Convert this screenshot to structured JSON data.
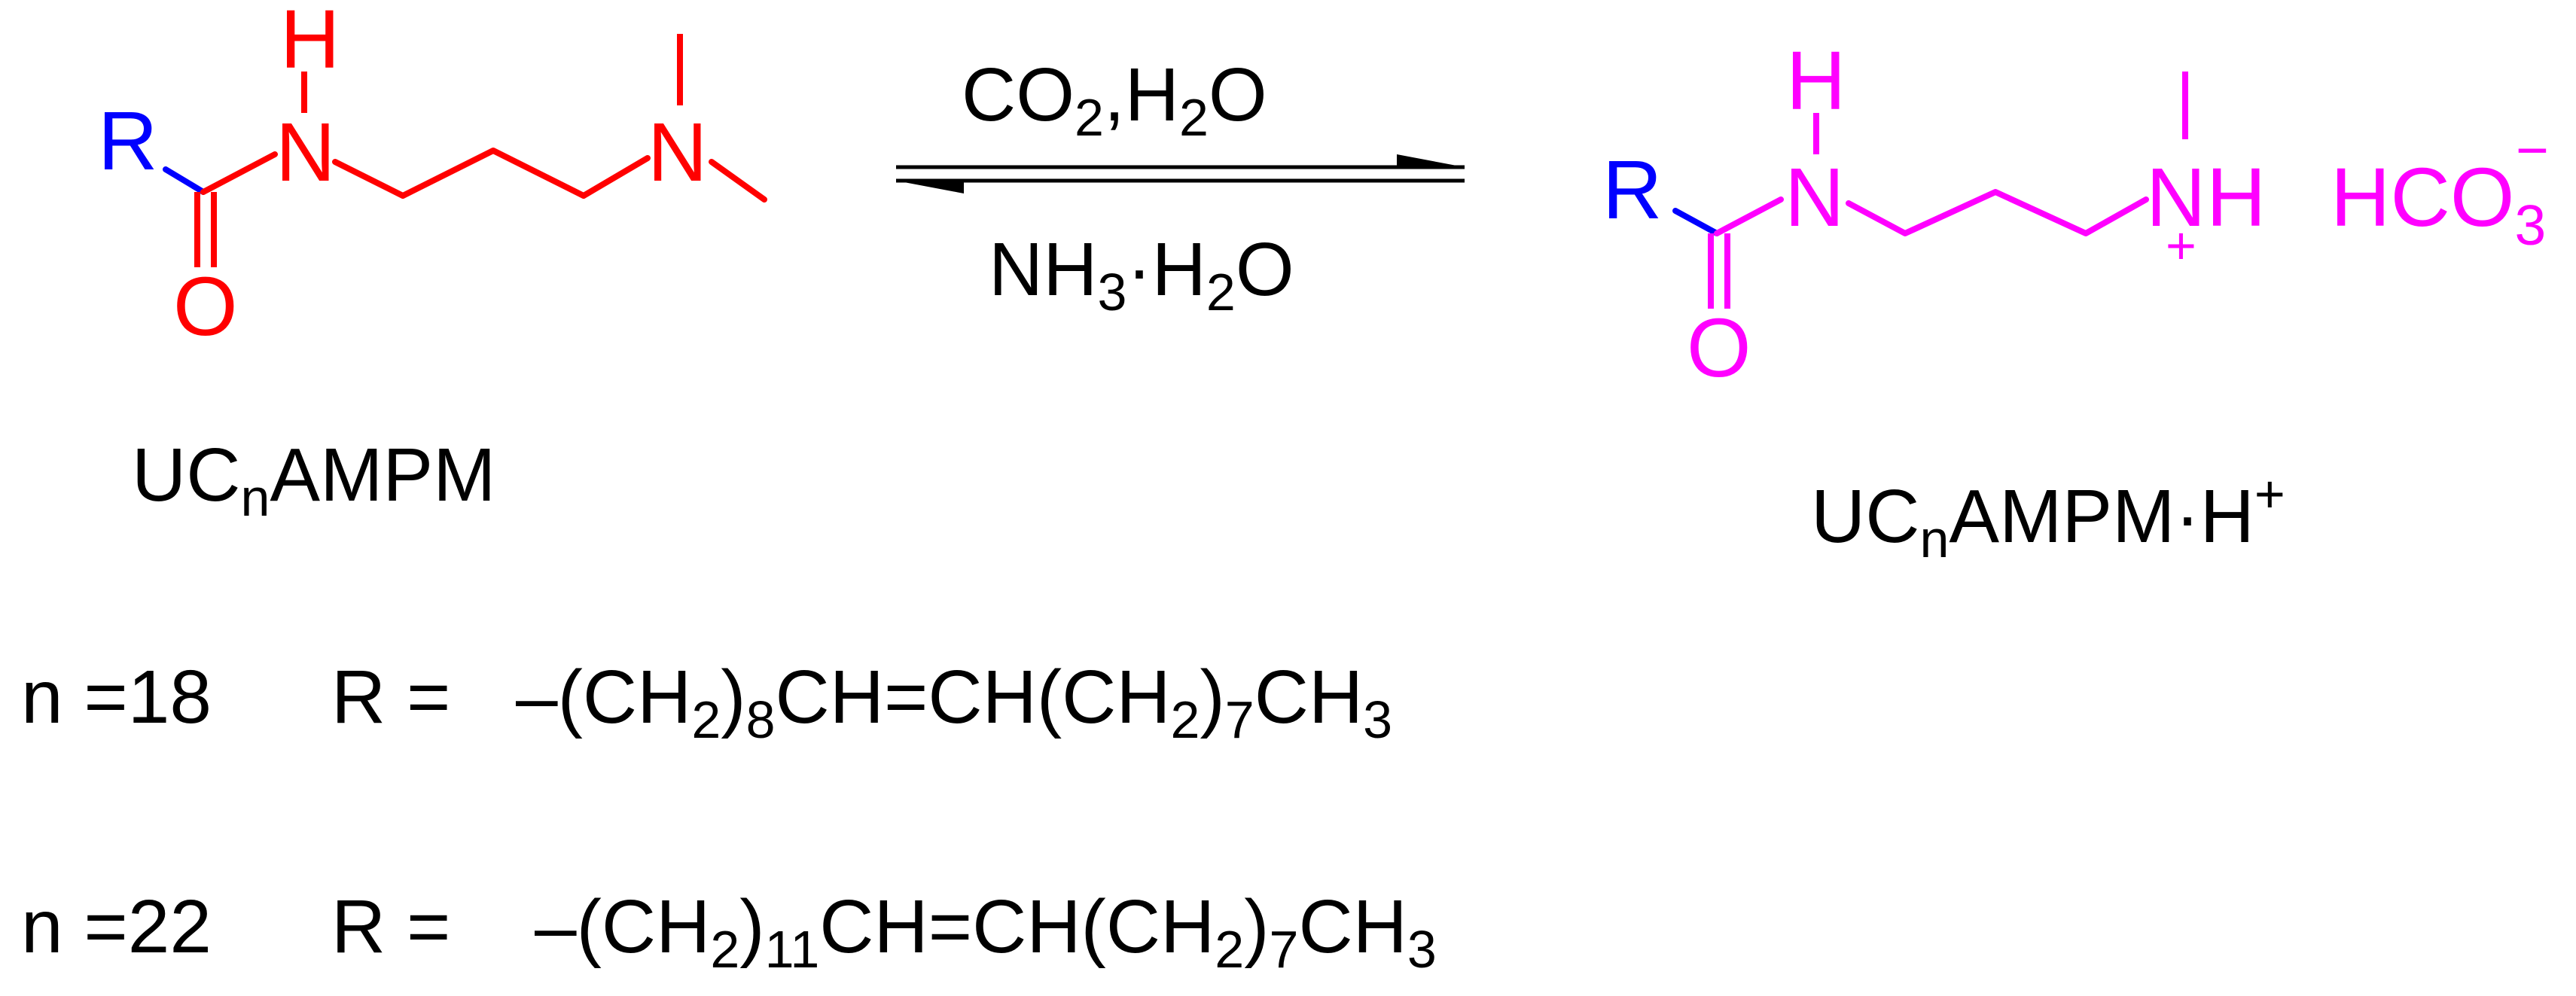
{
  "colors": {
    "reactant": "#ff0000",
    "product": "#ff00ff",
    "r_group": "#0000ff",
    "text": "#000000"
  },
  "reactant": {
    "label_main": "UC",
    "label_sub": "n",
    "label_tail": "AMPM",
    "atoms": {
      "r": "R",
      "h": "H",
      "n_amide": "N",
      "o": "O",
      "n_amine": "N"
    }
  },
  "product": {
    "label_main": "UC",
    "label_sub": "n",
    "label_tail": "AMPM·H",
    "label_sup": "+",
    "atoms": {
      "r": "R",
      "h": "H",
      "n_amide": "N",
      "o": "O",
      "n_amine": "N",
      "h_amine": "H",
      "charge": "+"
    },
    "counter_ion": {
      "main": "HCO",
      "sub": "3",
      "sup": "−"
    }
  },
  "reaction": {
    "forward_reagents": {
      "a": "CO",
      "a_sub": "2",
      "b": ",H",
      "b_sub": "2",
      "c": "O"
    },
    "reverse_reagents": {
      "a": "NH",
      "a_sub": "3",
      "b": "·H",
      "b_sub": "2",
      "c": "O"
    }
  },
  "variants": [
    {
      "n_label": "n =18",
      "r_label": "R =",
      "formula": {
        "p1": "–(CH",
        "s1": "2",
        "p2": ")",
        "s2": "8",
        "p3": "CH=CH(CH",
        "s3": "2",
        "p4": ")",
        "s4": "7",
        "p5": "CH",
        "s5": "3"
      }
    },
    {
      "n_label": "n =22",
      "r_label": "R =",
      "formula": {
        "p1": "–(CH",
        "s1": "2",
        "p2": ")",
        "s2": "11",
        "p3": "CH=CH(CH",
        "s3": "2",
        "p4": ")",
        "s4": "7",
        "p5": "CH",
        "s5": "3"
      }
    }
  ]
}
